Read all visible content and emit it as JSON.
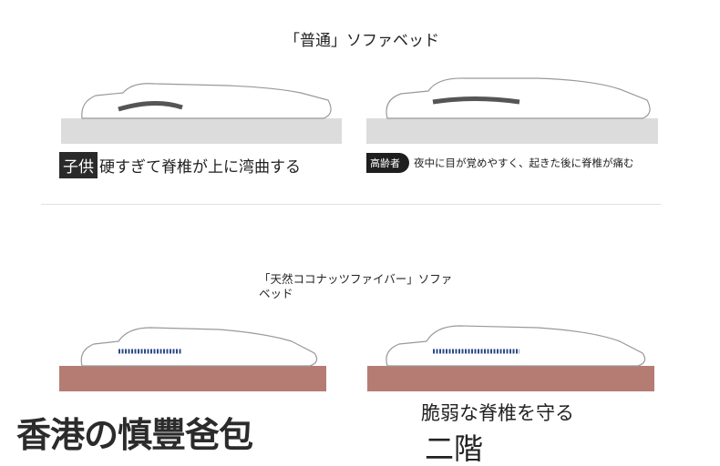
{
  "top_section": {
    "title": "「普通」ソファベッド",
    "left_badge": "子供",
    "left_caption": "硬すぎて脊椎が上に湾曲する",
    "right_badge": "高齢者",
    "right_caption": "夜中に目が覚めやすく、起きた後に脊椎が痛む",
    "mattress_color": "#dcdcdc"
  },
  "bottom_section": {
    "title": "「天然ココナッツファイバー」ソファベッド",
    "mattress_color": "#b57c74",
    "spine_color": "#2d4a86"
  },
  "footer": {
    "brand": "香港の慎豐爸包",
    "subtitle": "脆弱な脊椎を守る",
    "floor": "二階"
  }
}
